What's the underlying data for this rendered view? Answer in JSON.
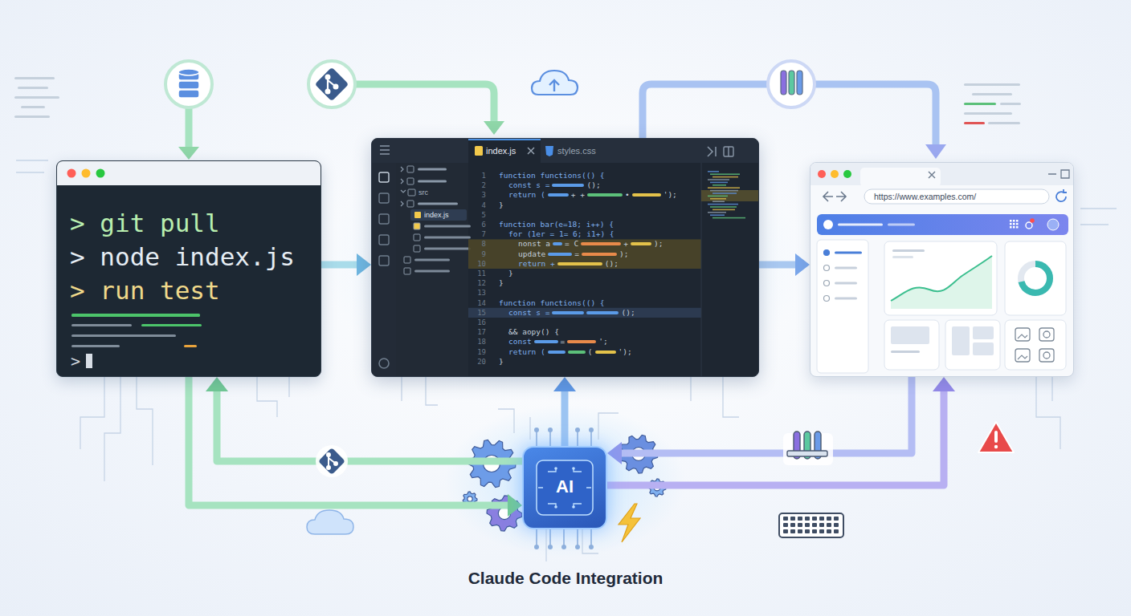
{
  "diagram": {
    "caption": "Claude Code Integration",
    "nodes": [
      {
        "text": [
          "> git pull",
          "> node index.js",
          "> run test",
          ">"
        ]
      },
      {
        "text": [
          "index.js",
          "styles.css",
          "src",
          "index.js",
          "1",
          "2",
          "3",
          "4",
          "5",
          "6",
          "7",
          "8",
          "9",
          "10",
          "11",
          "12",
          "13",
          "14",
          "15",
          "16",
          "17",
          "18",
          "19",
          "20",
          "function functions(() {",
          "const s =",
          "();",
          "return (",
          "+ +",
          "•",
          "');",
          "}",
          "function bar(e=18; i++) {",
          "for (1er = 1= 6; i1+) {",
          "nonst a",
          "= C",
          "+",
          ");",
          "update",
          "=",
          ");",
          "return +",
          "();",
          "}",
          "}",
          "function functions(() {",
          "const s =",
          "();",
          "&& aopy() {",
          "const",
          "=",
          "';",
          "return (",
          "(",
          "');",
          "}"
        ]
      },
      {
        "text": [
          "https://www.examples.com/"
        ]
      },
      {
        "text": [
          "AI"
        ]
      }
    ],
    "edges": [
      {
        "from": 0,
        "to": 1,
        "arrow": "to"
      },
      {
        "from": 1,
        "to": 2,
        "arrow": "to"
      },
      {
        "from": 0,
        "to": 3,
        "arrow": "to"
      },
      {
        "from": 3,
        "to": 0,
        "arrow": "to"
      },
      {
        "from": 3,
        "to": 1,
        "arrow": "to"
      },
      {
        "from": 2,
        "to": 3,
        "arrow": "to"
      },
      {
        "from": 3,
        "to": 2,
        "arrow": "to"
      }
    ]
  }
}
